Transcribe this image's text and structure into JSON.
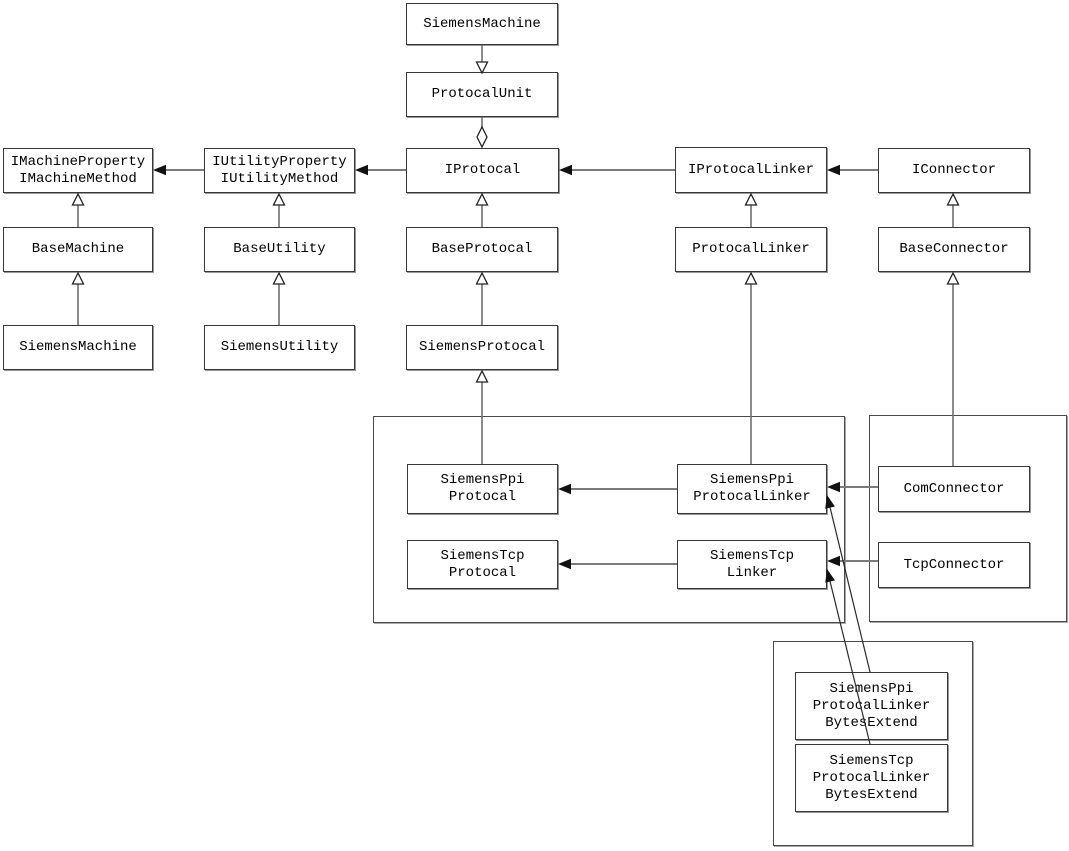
{
  "diagram": {
    "title": "Siemens protocol class diagram",
    "background_color": "#ffffff",
    "box_fill_color": "#ffffff",
    "box_border_color": "#383838",
    "generalization_line_color": "#6f6f6f",
    "dependency_line_color": "#7b7b7b",
    "arrowhead_color": "#111111",
    "text_color": "#000000"
  },
  "nodes": {
    "siemens_machine_top": {
      "label": [
        "SiemensMachine"
      ]
    },
    "protocal_unit": {
      "label": [
        "ProtocalUnit"
      ]
    },
    "i_protocal": {
      "label": [
        "IProtocal"
      ]
    },
    "i_machine": {
      "label": [
        "IMachineProperty",
        "IMachineMethod"
      ]
    },
    "i_utility": {
      "label": [
        "IUtilityProperty",
        "IUtilityMethod"
      ]
    },
    "base_machine": {
      "label": [
        "BaseMachine"
      ]
    },
    "base_utility": {
      "label": [
        "BaseUtility"
      ]
    },
    "base_protocal": {
      "label": [
        "BaseProtocal"
      ]
    },
    "siemens_machine_left": {
      "label": [
        "SiemensMachine"
      ]
    },
    "siemens_utility": {
      "label": [
        "SiemensUtility"
      ]
    },
    "siemens_protocal": {
      "label": [
        "SiemensProtocal"
      ]
    },
    "i_protocal_linker": {
      "label": [
        "IProtocalLinker"
      ]
    },
    "protocal_linker": {
      "label": [
        "ProtocalLinker"
      ]
    },
    "i_connector": {
      "label": [
        "IConnector"
      ]
    },
    "base_connector": {
      "label": [
        "BaseConnector"
      ]
    },
    "siemens_ppi_protocal": {
      "label": [
        "SiemensPpi",
        "Protocal"
      ]
    },
    "siemens_tcp_protocal": {
      "label": [
        "SiemensTcp",
        "Protocal"
      ]
    },
    "siemens_ppi_protocal_linker": {
      "label": [
        "SiemensPpi",
        "ProtocalLinker"
      ]
    },
    "siemens_tcp_linker": {
      "label": [
        "SiemensTcp",
        "Linker"
      ]
    },
    "com_connector": {
      "label": [
        "ComConnector"
      ]
    },
    "tcp_connector": {
      "label": [
        "TcpConnector"
      ]
    },
    "siemens_ppi_bytes_extend": {
      "label": [
        "SiemensPpi",
        "ProtocalLinker",
        "BytesExtend"
      ]
    },
    "siemens_tcp_bytes_extend": {
      "label": [
        "SiemensTcp",
        "ProtocalLinker",
        "BytesExtend"
      ]
    }
  },
  "edges": [
    {
      "from": "SiemensMachine",
      "to": "ProtocalUnit",
      "type": "hollow-triangle-down"
    },
    {
      "from": "ProtocalUnit",
      "to": "IProtocal",
      "type": "hollow-diamond-aggregation"
    },
    {
      "from": "IProtocal",
      "to": "IUtilityProperty IUtilityMethod",
      "type": "solid-arrow-left"
    },
    {
      "from": "IUtilityProperty IUtilityMethod",
      "to": "IMachineProperty IMachineMethod",
      "type": "solid-arrow-left"
    },
    {
      "from": "IProtocalLinker",
      "to": "IProtocal",
      "type": "solid-arrow-left"
    },
    {
      "from": "IConnector",
      "to": "IProtocalLinker",
      "type": "solid-arrow-left"
    },
    {
      "from": "BaseMachine",
      "to": "IMachineProperty IMachineMethod",
      "type": "hollow-triangle-up"
    },
    {
      "from": "BaseUtility",
      "to": "IUtilityProperty IUtilityMethod",
      "type": "hollow-triangle-up"
    },
    {
      "from": "BaseProtocal",
      "to": "IProtocal",
      "type": "hollow-triangle-up"
    },
    {
      "from": "ProtocalLinker",
      "to": "IProtocalLinker",
      "type": "hollow-triangle-up"
    },
    {
      "from": "BaseConnector",
      "to": "IConnector",
      "type": "hollow-triangle-up"
    },
    {
      "from": "SiemensMachine",
      "to": "BaseMachine",
      "type": "hollow-triangle-up"
    },
    {
      "from": "SiemensUtility",
      "to": "BaseUtility",
      "type": "hollow-triangle-up"
    },
    {
      "from": "SiemensProtocal",
      "to": "BaseProtocal",
      "type": "hollow-triangle-up"
    },
    {
      "from": "SiemensPpiProtocal",
      "to": "SiemensProtocal",
      "type": "hollow-triangle-up"
    },
    {
      "from": "SiemensPpiProtocalLinker",
      "to": "ProtocalLinker",
      "type": "hollow-triangle-up"
    },
    {
      "from": "ComConnector",
      "to": "BaseConnector",
      "type": "hollow-triangle-up"
    },
    {
      "from": "SiemensPpiProtocalLinker",
      "to": "SiemensPpiProtocal",
      "type": "solid-arrow-left"
    },
    {
      "from": "SiemensTcpLinker",
      "to": "SiemensTcpProtocal",
      "type": "solid-arrow-left"
    },
    {
      "from": "ComConnector",
      "to": "SiemensPpiProtocalLinker",
      "type": "solid-arrow-left"
    },
    {
      "from": "TcpConnector",
      "to": "SiemensTcpLinker",
      "type": "solid-arrow-left"
    },
    {
      "from": "SiemensPpiProtocalLinkerBytesExtend",
      "to": "SiemensPpiProtocalLinker",
      "type": "solid-arrow-diagonal"
    },
    {
      "from": "SiemensTcpProtocalLinkerBytesExtend",
      "to": "SiemensTcpLinker",
      "type": "solid-arrow-diagonal"
    }
  ]
}
